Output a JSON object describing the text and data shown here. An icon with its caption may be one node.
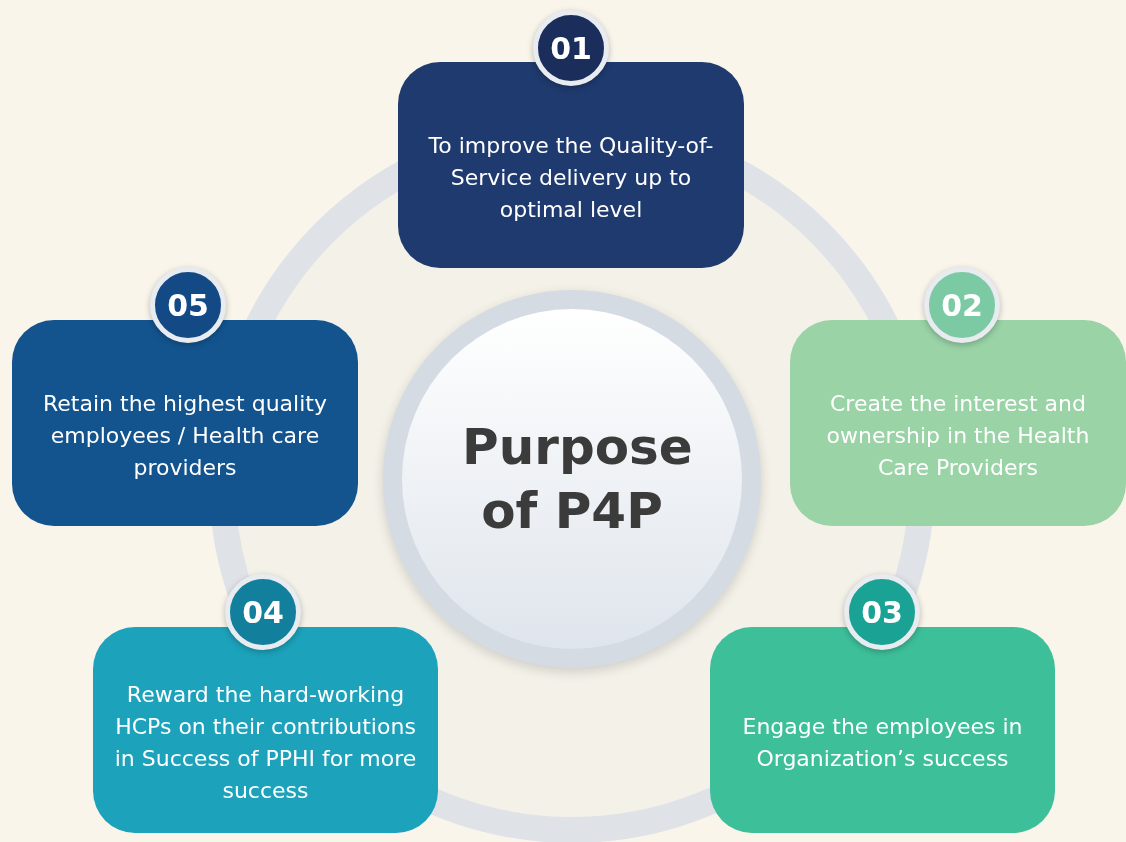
{
  "diagram": {
    "nodes": [
      {
        "text": [
          "Purpose of P4P"
        ]
      },
      {
        "text": [
          "01",
          "To improve the Quality-of-Service delivery up to optimal level"
        ]
      },
      {
        "text": [
          "02",
          "Create the interest and ownership in the Health Care Providers"
        ]
      },
      {
        "text": [
          "03",
          "Engage the employees in Organization’s success"
        ]
      },
      {
        "text": [
          "04",
          "Reward the hard-working HCPs on their contributions in Success of PPHI for more success"
        ]
      },
      {
        "text": [
          "05",
          "Retain the highest quality employees / Health care providers"
        ]
      }
    ]
  }
}
